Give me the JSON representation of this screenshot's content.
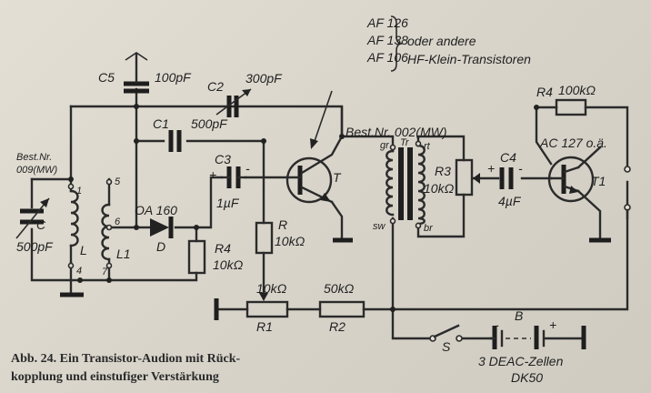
{
  "transistor_list": {
    "items": [
      "AF 126",
      "AF 138",
      "AF 106"
    ],
    "note_line1": "oder andere",
    "note_line2": "HF-Klein-Transistoren"
  },
  "components": {
    "c5": "C5",
    "c5_value": "100pF",
    "c2": "C2",
    "c2_value": "300pF",
    "c1": "C1",
    "c1_value": "500pF",
    "c3": "C3",
    "c3_value": "1µF",
    "c4": "C4",
    "c4_value": "4µF",
    "c": "C",
    "c_value": "500pF",
    "coil_best": "Best.Nr.",
    "coil_part": "009(MW)",
    "pin_1": "1",
    "pin_5": "5",
    "pin_6": "6",
    "pin_4": "4",
    "pin_7": "7",
    "l": "L",
    "l1": "L1",
    "diode_type": "OA 160",
    "diode": "D",
    "r4a": "R4",
    "r4a_value": "10kΩ",
    "r": "R",
    "r_value": "10kΩ",
    "t": "T",
    "tr_part": "Best.Nr. 002(MW)",
    "tr": "Tr",
    "gr": "gr",
    "rt": "rt",
    "sw": "sw",
    "br": "br",
    "r3": "R3",
    "r3_value": "10kΩ",
    "r4b": "R4",
    "r4b_value": "100kΩ",
    "t1_type": "AC 127 o.ä.",
    "t1": "T1",
    "r1": "R1",
    "r1_value": "10kΩ",
    "r2": "R2",
    "r2_value": "50kΩ",
    "s": "S",
    "b": "B",
    "battery_line1": "3 DEAC-Zellen",
    "battery_line2": "DK50",
    "minus": "-",
    "plus": "+"
  },
  "caption": {
    "line1": "Abb. 24. Ein Transistor-Audion mit Rück-",
    "line2": "kopplung und einstufiger Verstärkung"
  }
}
